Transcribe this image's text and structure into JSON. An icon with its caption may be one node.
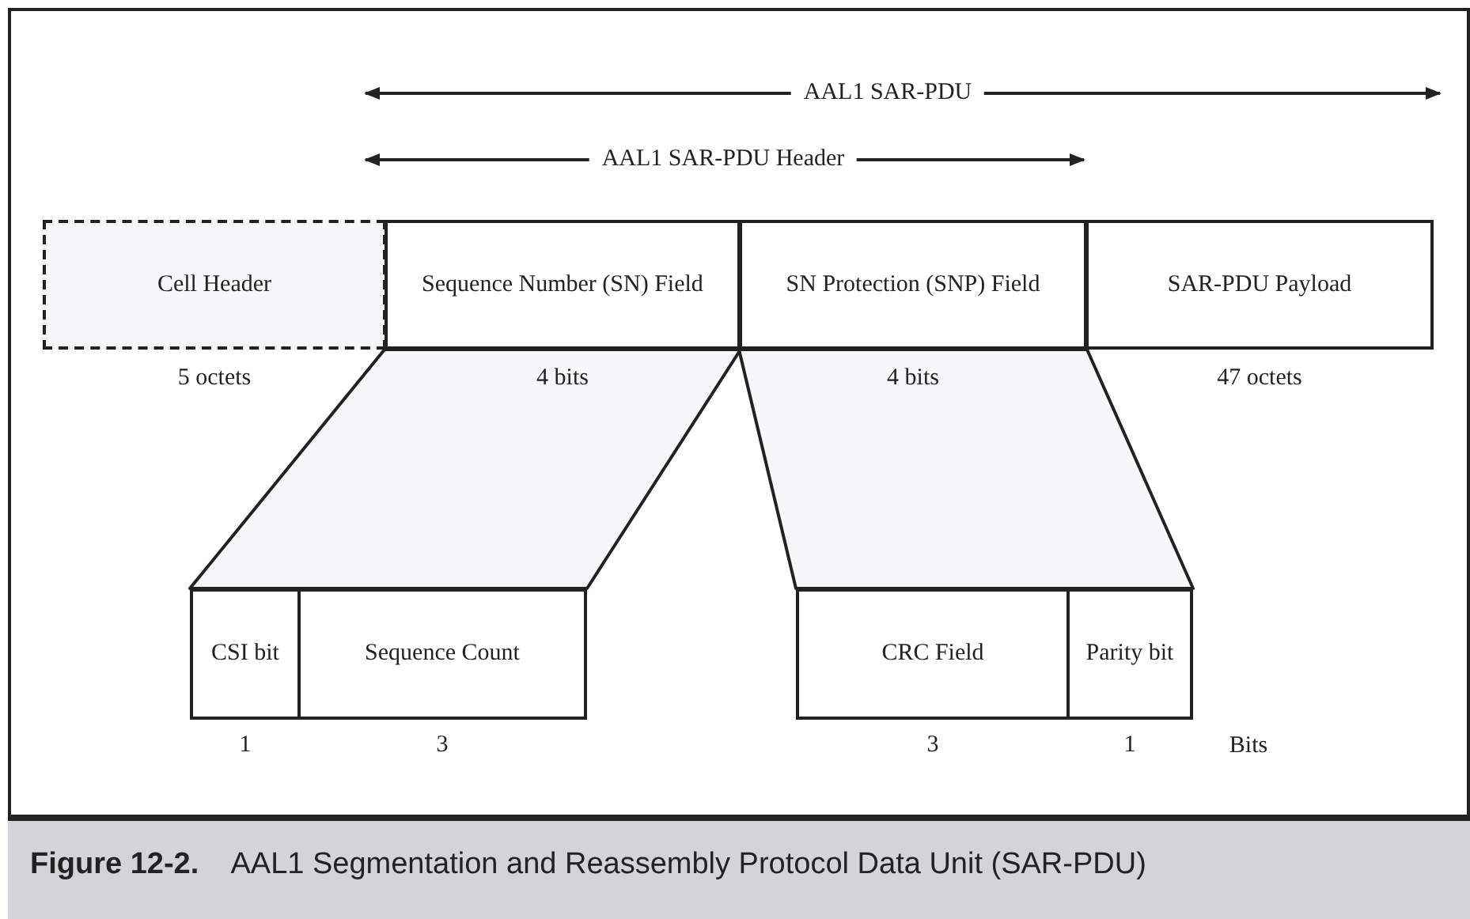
{
  "diagram": {
    "caption": "**Figure 12-2.**    AAL1 Segmentation and Reassembly Protocol Data Unit (SAR-PDU)",
    "nodes": [
      {
        "text": [
          "Cell Header"
        ],
        "beside": [
          "5 octets"
        ]
      },
      {
        "text": [
          "Sequence Number (SN) Field"
        ],
        "beside": [
          "4 bits"
        ]
      },
      {
        "text": [
          "SN Protection (SNP) Field"
        ],
        "beside": [
          "4 bits"
        ]
      },
      {
        "text": [
          "SAR-PDU Payload"
        ],
        "beside": [
          "47 octets"
        ]
      },
      {
        "text": [
          "CSI bit"
        ],
        "beside": [
          "1"
        ]
      },
      {
        "text": [
          "Sequence Count"
        ],
        "beside": [
          "3"
        ]
      },
      {
        "text": [
          "CRC Field"
        ],
        "beside": [
          "3"
        ]
      },
      {
        "text": [
          "Parity bit"
        ],
        "beside": [
          "1"
        ]
      }
    ],
    "edges": [],
    "labels": [
      "AAL1 SAR-PDU",
      "AAL1 SAR-PDU Header",
      "Bits"
    ]
  }
}
